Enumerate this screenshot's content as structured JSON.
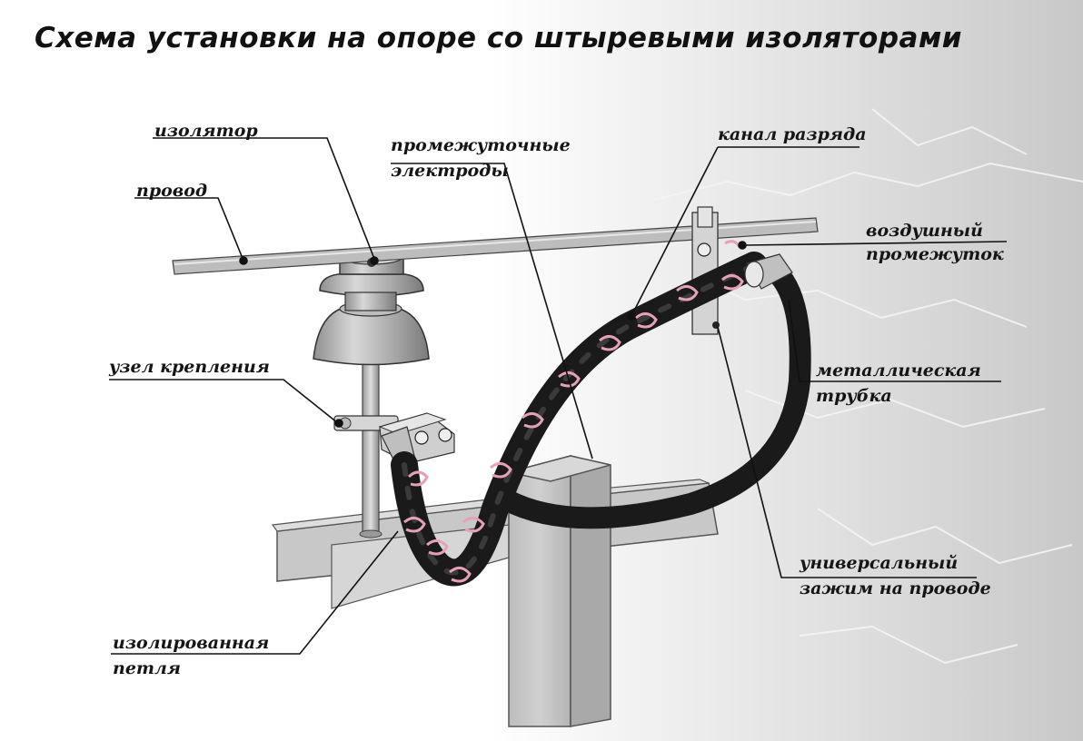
{
  "title": "Схема установки на опоре со штыревыми изоляторами",
  "labels": {
    "insulator": "изолятор",
    "wire": "провод",
    "intermediate_electrodes_1": "промежуточные",
    "intermediate_electrodes_2": "электроды",
    "discharge_channel": "канал разряда",
    "air_gap_1": "воздушный",
    "air_gap_2": "промежуток",
    "mounting_unit": "узел крепления",
    "metal_tube_1": "металлическая",
    "metal_tube_2": "трубка",
    "universal_clamp_1": "универсальный",
    "universal_clamp_2": "зажим на проводе",
    "insulated_loop_1": "изолированная",
    "insulated_loop_2": "петля"
  },
  "colors": {
    "discharge": "#e8a0b8",
    "cable": "#1a1a1a",
    "metal": "#b0b0b0",
    "structure": "#c4c4c4"
  }
}
